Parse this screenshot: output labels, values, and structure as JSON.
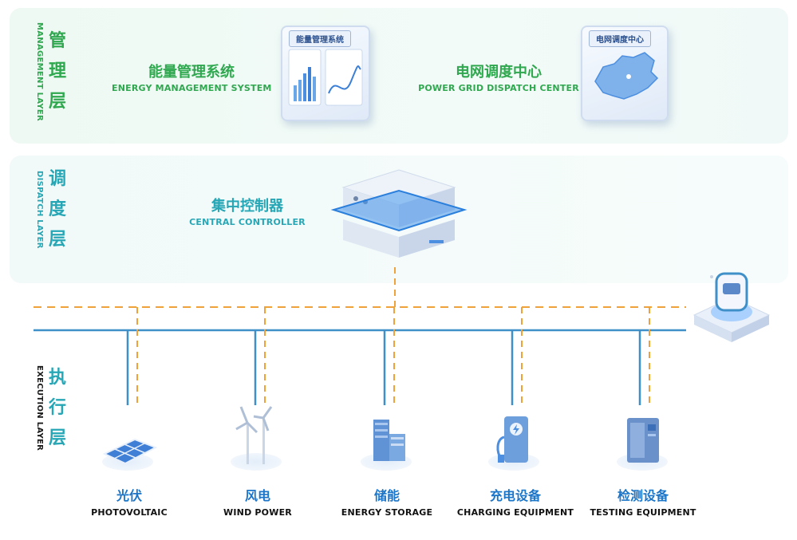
{
  "management_layer": {
    "title_zh": [
      "管",
      "理",
      "层"
    ],
    "title_en": "MANAGEMENT LAYER",
    "systems": [
      {
        "name_zh": "能量管理系统",
        "name_en": "ENERGY MANAGEMENT SYSTEM",
        "screen_tag": "能量管理系统"
      },
      {
        "name_zh": "电网调度中心",
        "name_en": "POWER GRID DISPATCH CENTER",
        "screen_tag": "电网调度中心"
      }
    ]
  },
  "dispatch_layer": {
    "title_zh": [
      "调",
      "度",
      "层"
    ],
    "title_en": "DISPATCH LAYER",
    "controller": {
      "name_zh": "集中控制器",
      "name_en": "CENTRAL CONTROLLER"
    }
  },
  "execution_layer": {
    "title_zh": [
      "执",
      "行",
      "层"
    ],
    "title_en": "EXECUTION LAYER",
    "devices": [
      {
        "name_zh": "光伏",
        "name_en": "PHOTOVOLTAIC",
        "icon": "solar-panel-icon"
      },
      {
        "name_zh": "风电",
        "name_en": "WIND POWER",
        "icon": "wind-turbine-icon"
      },
      {
        "name_zh": "储能",
        "name_en": "ENERGY STORAGE",
        "icon": "energy-storage-icon"
      },
      {
        "name_zh": "充电设备",
        "name_en": "CHARGING EQUIPMENT",
        "icon": "charging-station-icon"
      },
      {
        "name_zh": "检测设备",
        "name_en": "TESTING EQUIPMENT",
        "icon": "testing-cabinet-icon"
      }
    ]
  },
  "colors": {
    "management_green": "#2fa84f",
    "dispatch_teal": "#27a7b6",
    "power_bus_blue": "#3f8fc9",
    "comm_line_orange": "#f0a23a",
    "device_label_blue": "#1b75c9"
  }
}
